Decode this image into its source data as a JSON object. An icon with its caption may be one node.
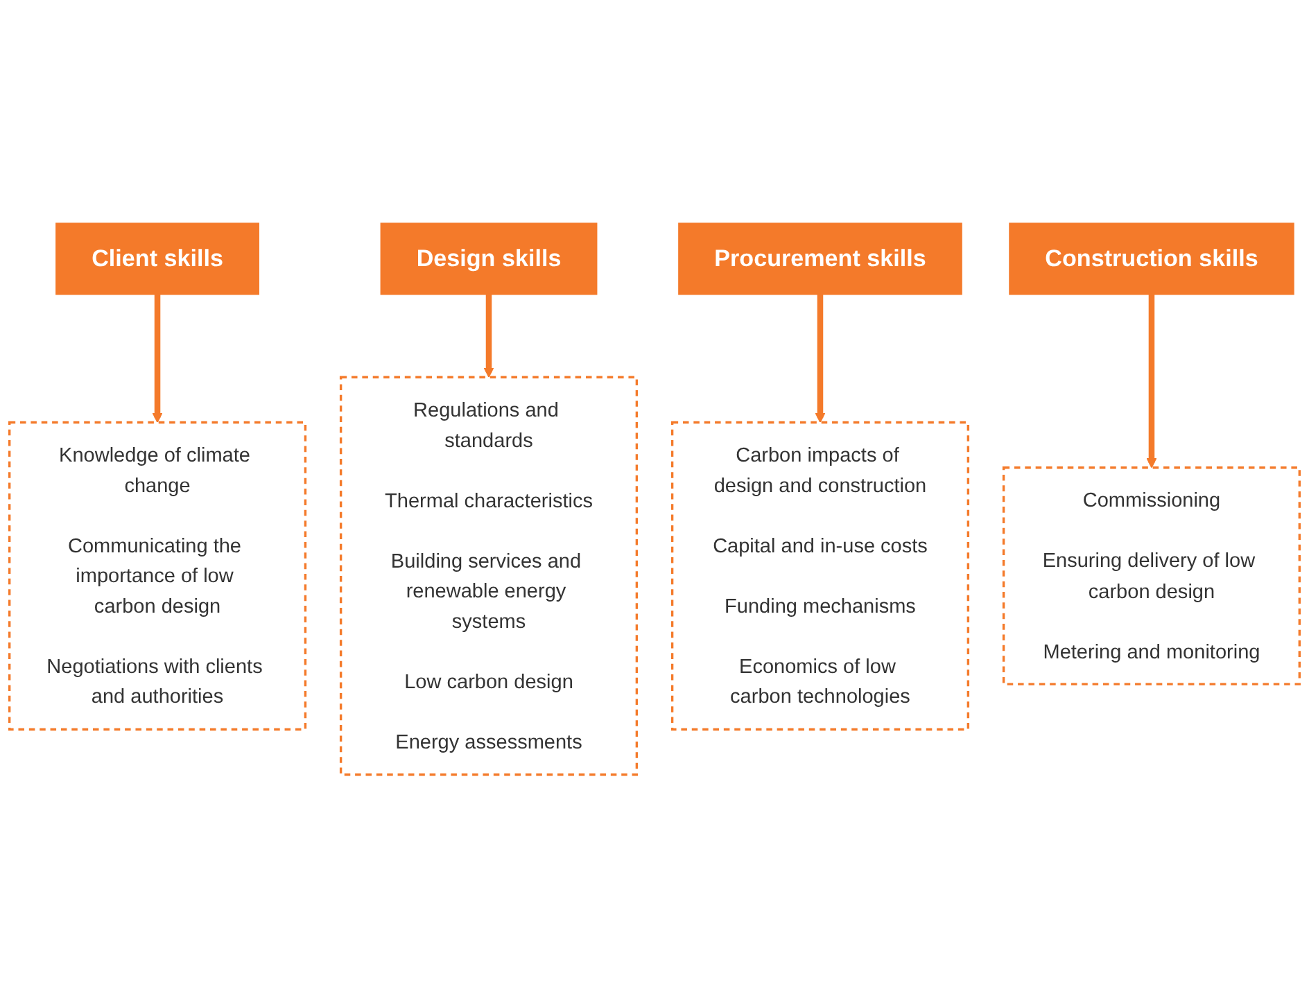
{
  "diagram": {
    "nodes": [
      {
        "text": [
          "Client skills"
        ]
      },
      {
        "text": [
          "Design skills"
        ]
      },
      {
        "text": [
          "Procurement skills"
        ]
      },
      {
        "text": [
          "Construction skills"
        ]
      },
      {
        "text": [
          "Knowledge of climate change",
          "Communicating the importance of low carbon design",
          "Negotiations with clients and authorities"
        ]
      },
      {
        "text": [
          "Regulations and standards",
          "Thermal characteristics",
          "Building services and renewable energy systems",
          "Low carbon design",
          "Energy assessments"
        ]
      },
      {
        "text": [
          "Carbon impacts of design and construction",
          "Capital and in-use costs",
          "Funding mechanisms",
          "Economics of low carbon technologies"
        ]
      },
      {
        "text": [
          "Commissioning",
          "Ensuring delivery of low carbon design",
          "Metering and monitoring"
        ]
      }
    ],
    "edges": [
      {
        "from": 0,
        "to": 4,
        "arrow": "to"
      },
      {
        "from": 1,
        "to": 5,
        "arrow": "to"
      },
      {
        "from": 2,
        "to": 6,
        "arrow": "to"
      },
      {
        "from": 3,
        "to": 7,
        "arrow": "to"
      }
    ]
  }
}
